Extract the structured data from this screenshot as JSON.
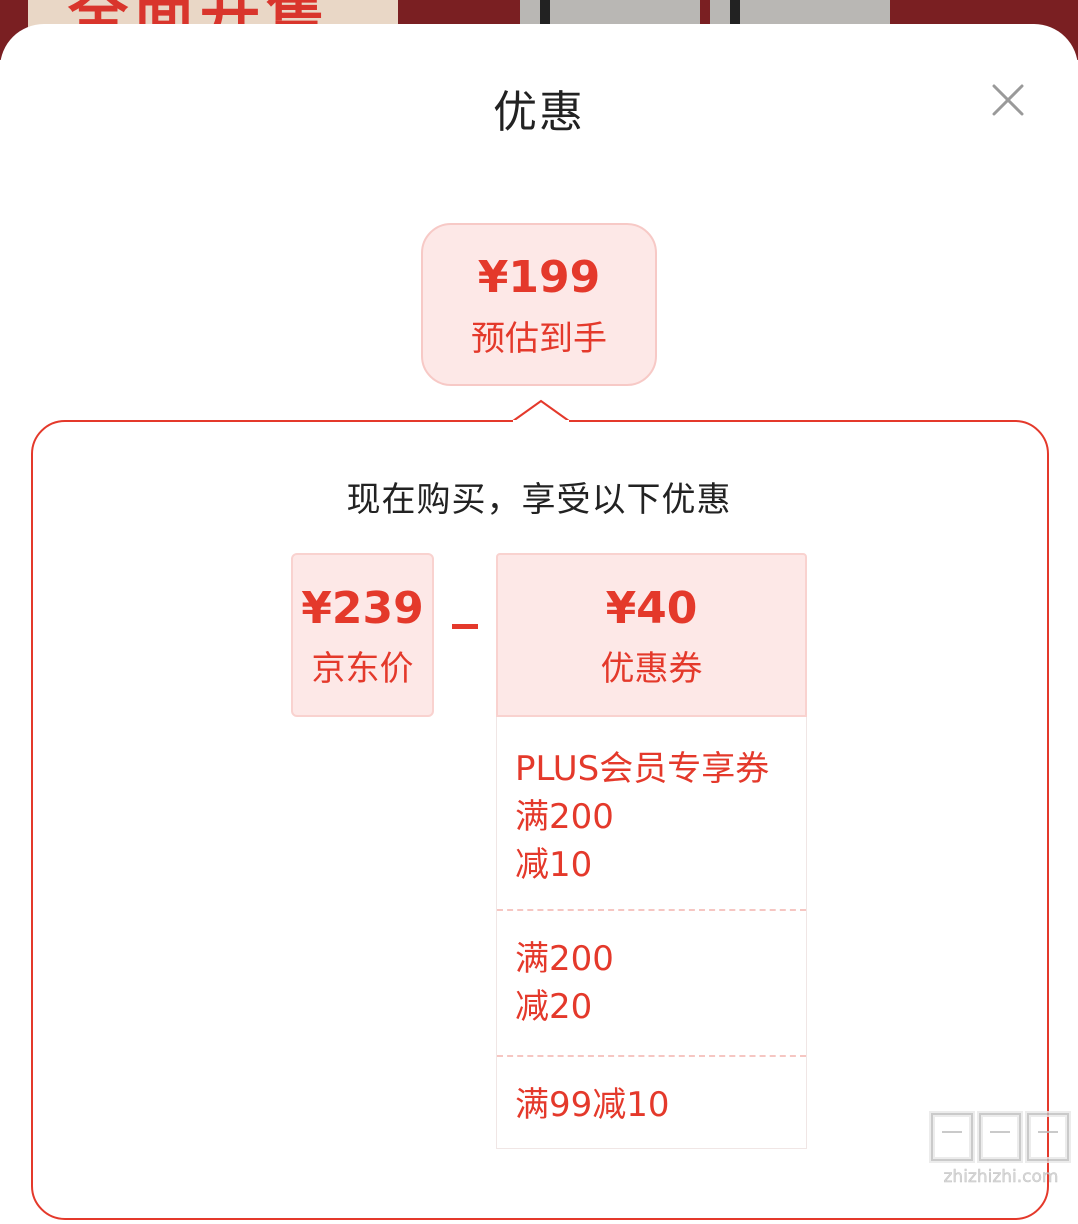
{
  "sheet": {
    "title": "优惠"
  },
  "estimate": {
    "price": "¥199",
    "label": "预估到手"
  },
  "panel": {
    "title": "现在购买，享受以下优惠"
  },
  "jd_price": {
    "value": "¥239",
    "label": "京东价"
  },
  "operator": "−",
  "coupon_total": {
    "value": "¥40",
    "label": "优惠券"
  },
  "coupons": [
    {
      "lines": [
        "PLUS会员专享券",
        "满200",
        "减10"
      ]
    },
    {
      "lines": [
        "满200",
        "减20"
      ]
    },
    {
      "lines": [
        "满99减10"
      ]
    }
  ],
  "watermark": {
    "text": "zhizhizhi.com"
  },
  "icons": {
    "close": "close-icon",
    "watermark_logo": "watermark-logo"
  },
  "colors": {
    "accent": "#e4392b",
    "accent_bg": "#fde8e7",
    "title": "#222222"
  }
}
